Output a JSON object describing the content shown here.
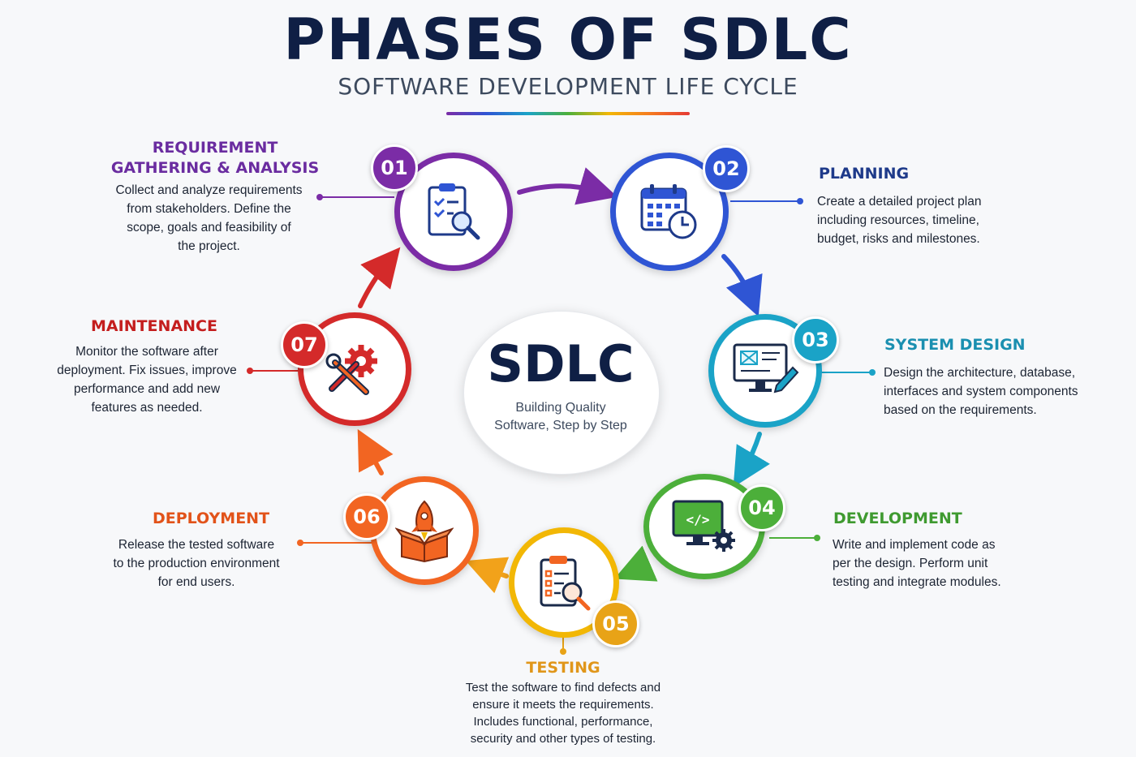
{
  "header": {
    "title": "PHASES OF SDLC",
    "subtitle": "SOFTWARE DEVELOPMENT LIFE CYCLE"
  },
  "center": {
    "title": "SDLC",
    "tagline_line1": "Building Quality",
    "tagline_line2": "Software, Step by Step"
  },
  "phases": [
    {
      "number": "01",
      "color": "#7b2ca6",
      "title_line1": "REQUIREMENT",
      "title_line2": "GATHERING & ANALYSIS",
      "desc": [
        "Collect and analyze requirements",
        "from stakeholders. Define the",
        "scope, goals and feasibility of",
        "the project."
      ],
      "icon": "clipboard-search-icon"
    },
    {
      "number": "02",
      "color": "#2f55d4",
      "title_line1": "PLANNING",
      "desc": [
        "Create a detailed project plan",
        "including resources, timeline,",
        "budget, risks and milestones."
      ],
      "icon": "calendar-clock-icon"
    },
    {
      "number": "03",
      "color": "#1aa3c7",
      "title_line1": "SYSTEM DESIGN",
      "desc": [
        "Design the architecture, database,",
        "interfaces and system components",
        "based on the requirements."
      ],
      "icon": "design-monitor-icon"
    },
    {
      "number": "04",
      "color": "#4caf3a",
      "title_line1": "DEVELOPMENT",
      "desc": [
        "Write and implement code as",
        "per the design. Perform unit",
        "testing and integrate modules."
      ],
      "icon": "code-monitor-gear-icon"
    },
    {
      "number": "05",
      "color": "#e8a317",
      "title_line1": "TESTING",
      "desc": [
        "Test the software to find defects and",
        "ensure it meets the requirements.",
        "Includes functional, performance,",
        "security and other types of testing."
      ],
      "icon": "checklist-magnifier-icon"
    },
    {
      "number": "06",
      "color": "#f26522",
      "title_line1": "DEPLOYMENT",
      "desc": [
        "Release the tested software",
        "to the production environment",
        "for end users."
      ],
      "icon": "rocket-box-icon"
    },
    {
      "number": "07",
      "color": "#d42a2a",
      "title_line1": "MAINTENANCE",
      "desc": [
        "Monitor the software after",
        "deployment. Fix issues, improve",
        "performance and add new",
        "features as needed."
      ],
      "icon": "wrench-gear-icon"
    }
  ]
}
